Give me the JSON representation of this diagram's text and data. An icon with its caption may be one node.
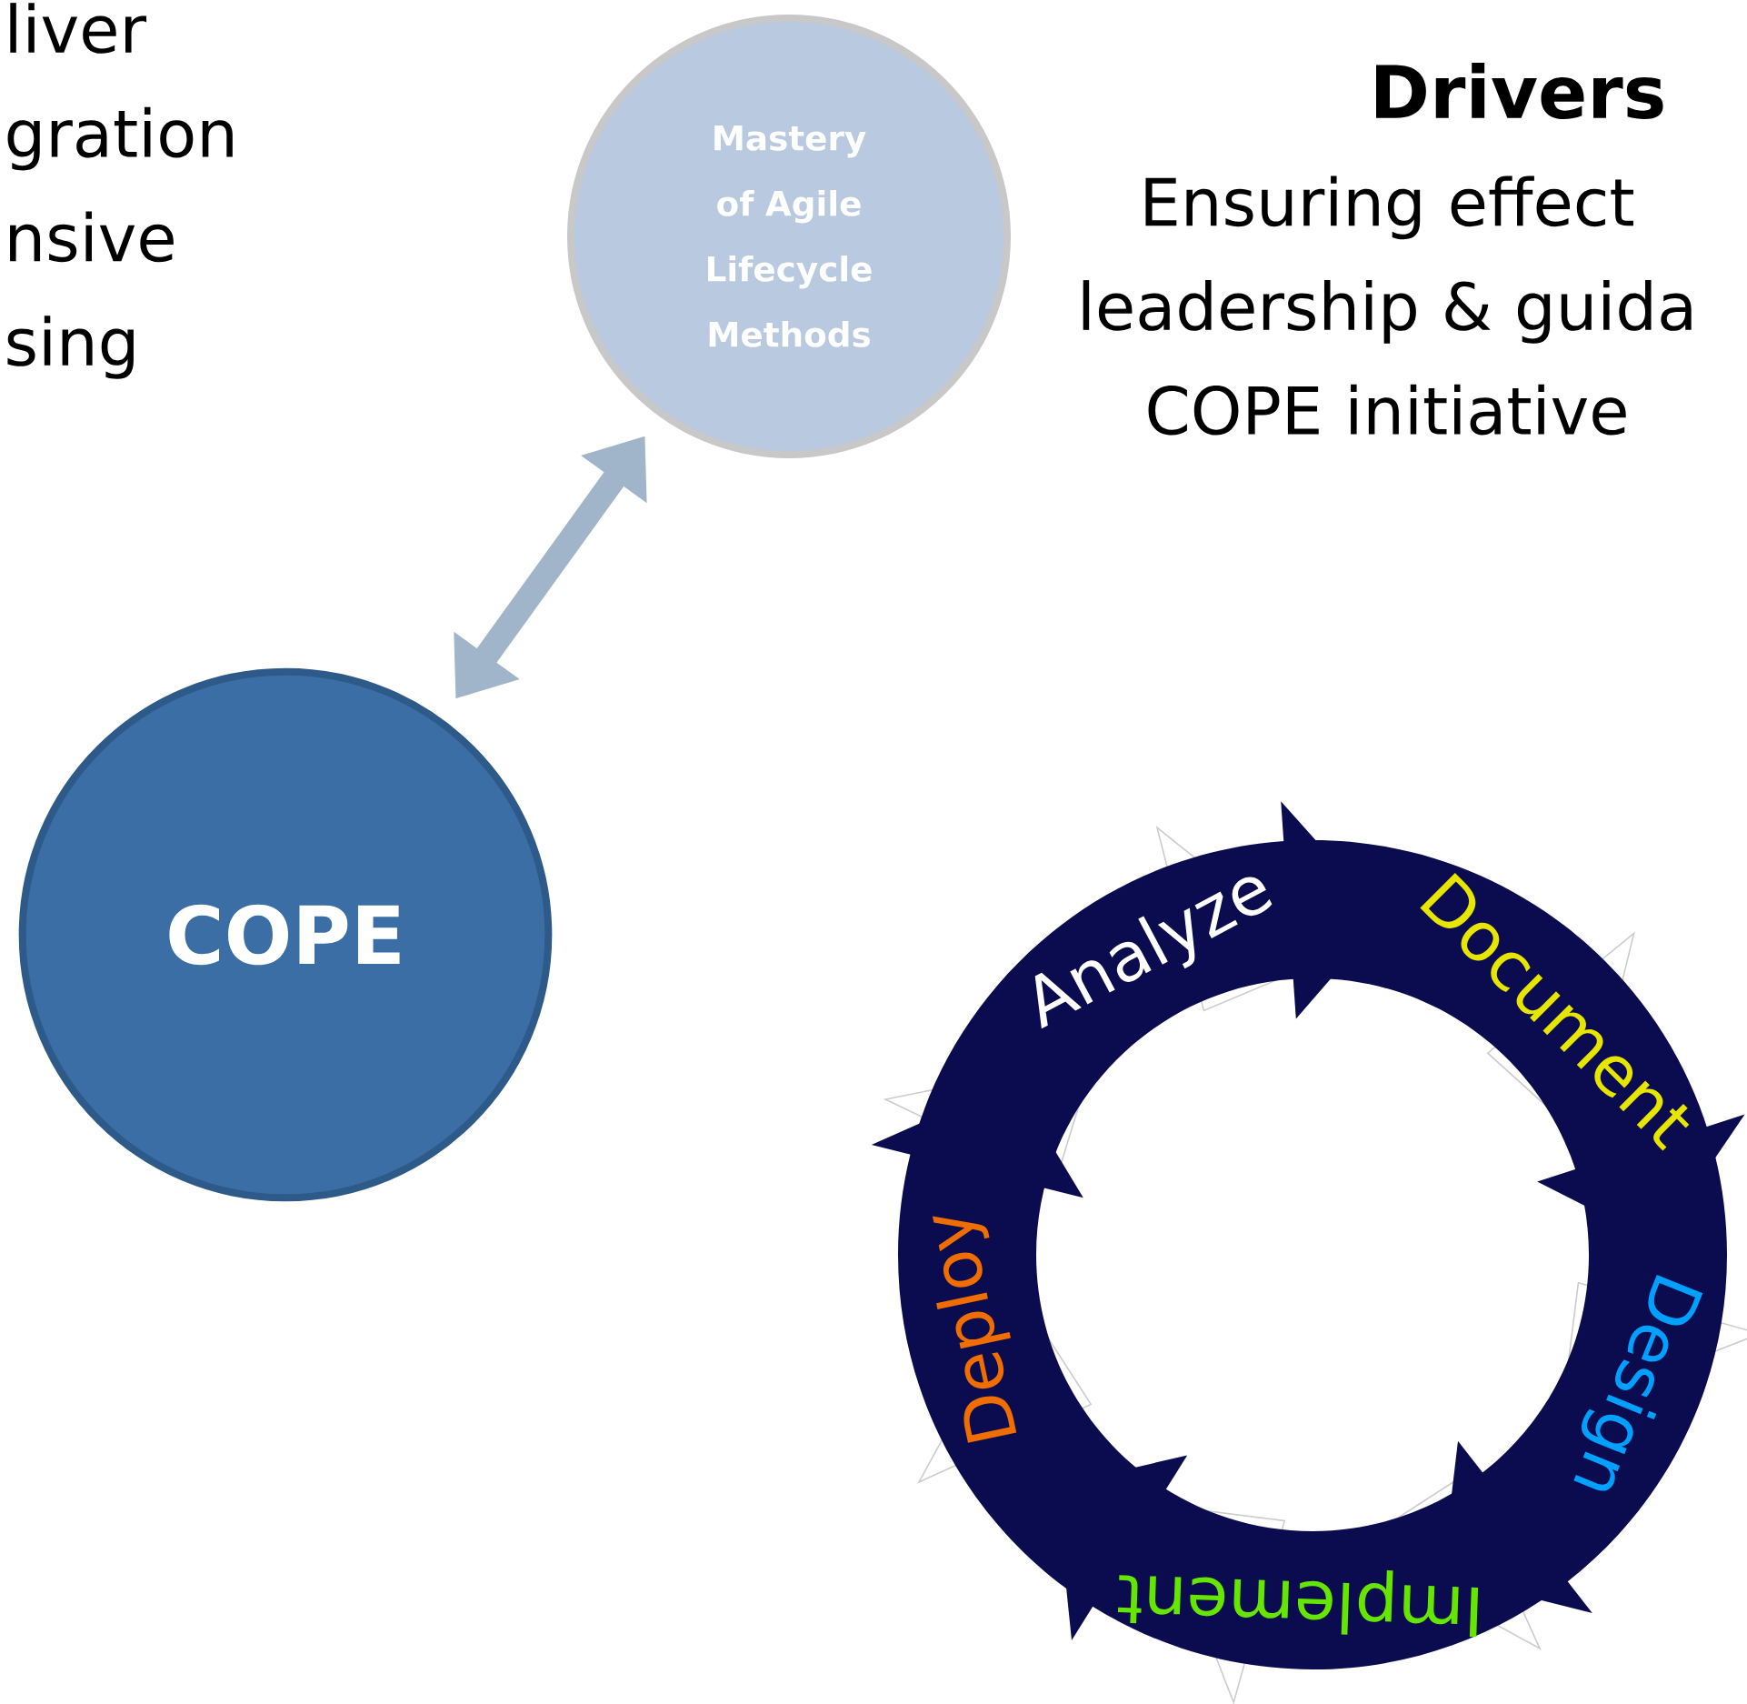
{
  "diagram": {
    "nodes": [
      {
        "text": [
          "COPE"
        ]
      },
      {
        "text": [
          "Mastery of Agile Lifecycle Methods"
        ]
      }
    ],
    "edges": [
      {
        "from": 0,
        "to": 1,
        "arrow": "both"
      }
    ],
    "labels": [
      "liver gration nsive sing",
      "Drivers",
      "Ensuring effect leadership & guida COPE initiative",
      "Analyze",
      "Document",
      "Design",
      "Implement",
      "Deploy"
    ]
  }
}
